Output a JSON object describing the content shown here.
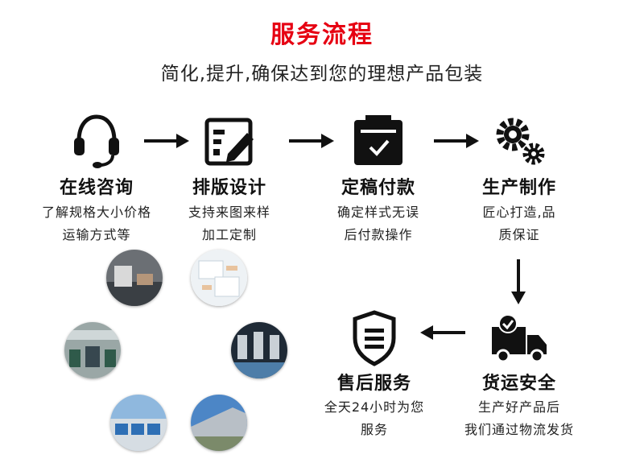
{
  "header": {
    "title": "服务流程",
    "subtitle": "简化,提升,确保达到您的理想产品包装"
  },
  "colors": {
    "accent": "#e60012",
    "text": "#111111"
  },
  "steps": [
    {
      "icon": "headset-icon",
      "title": "在线咨询",
      "desc_line1": "了解规格大小价格",
      "desc_line2": "运输方式等"
    },
    {
      "icon": "design-edit-icon",
      "title": "排版设计",
      "desc_line1": "支持来图来样",
      "desc_line2": "加工定制"
    },
    {
      "icon": "clipboard-check-icon",
      "title": "定稿付款",
      "desc_line1": "确定样式无误",
      "desc_line2": "后付款操作"
    },
    {
      "icon": "gears-icon",
      "title": "生产制作",
      "desc_line1": "匠心打造,品",
      "desc_line2": "质保证"
    },
    {
      "icon": "delivery-truck-icon",
      "title": "货运安全",
      "desc_line1": "生产好产品后",
      "desc_line2": "我们通过物流发货"
    },
    {
      "icon": "shield-icon",
      "title": "售后服务",
      "desc_line1": "全天24小时为您",
      "desc_line2": "服务"
    }
  ],
  "photos": [
    "meeting-photo",
    "design-photo",
    "factory-photo",
    "machine-photo",
    "logistics-photo",
    "warehouse-photo"
  ]
}
